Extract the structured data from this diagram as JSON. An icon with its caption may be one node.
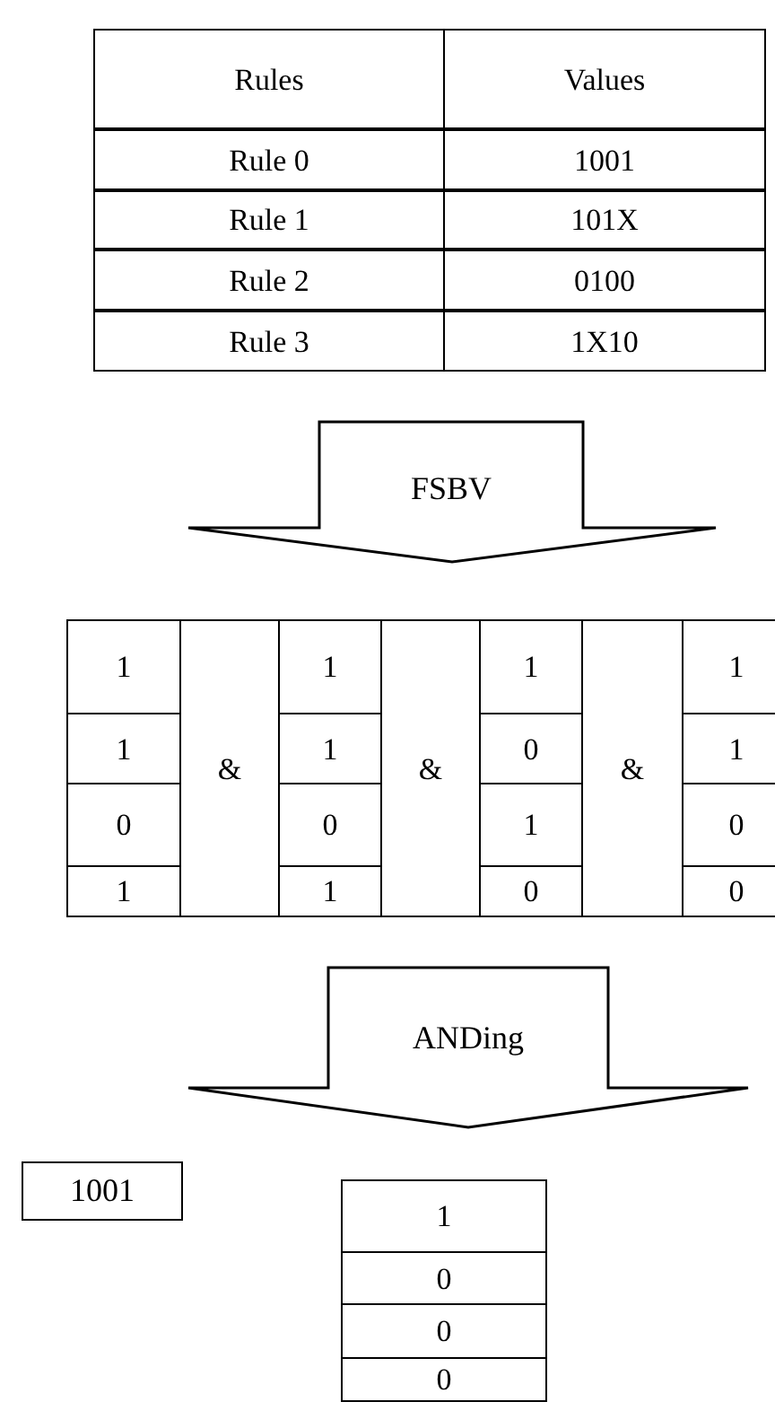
{
  "diagram": {
    "nodes": [
      {
        "text": [
          "FSBV"
        ]
      },
      {
        "text": [
          "ANDing"
        ]
      },
      {
        "text": [
          "1001"
        ]
      }
    ],
    "labels": [
      "Rules",
      "Values",
      "Rule 0",
      "1001",
      "Rule 1",
      "101X",
      "Rule 2",
      "0100",
      "Rule 3",
      "1X10",
      "1",
      "1",
      "1",
      "1",
      "1",
      "&",
      "1",
      "&",
      "0",
      "&",
      "1",
      "0",
      "0",
      "1",
      "0",
      "1",
      "1",
      "0",
      "0",
      "1",
      "0",
      "0",
      "0"
    ]
  }
}
